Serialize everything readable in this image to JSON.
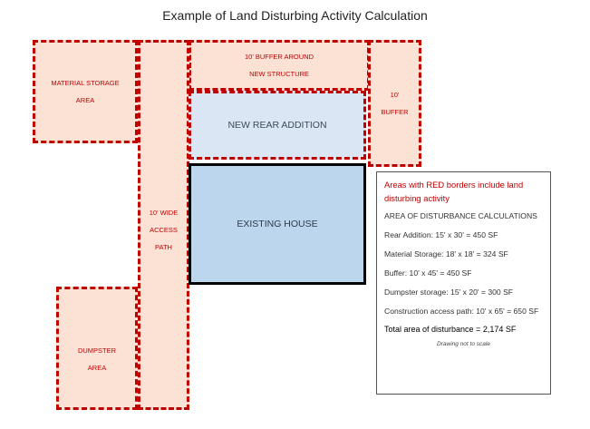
{
  "title": "Example of Land Disturbing Activity Calculation",
  "zones": {
    "material_storage": [
      "MATERIAL STORAGE",
      "AREA"
    ],
    "access_path": [
      "10' WIDE",
      "ACCESS",
      "PATH"
    ],
    "buffer_around": [
      "10' BUFFER AROUND",
      "NEW STRUCTURE"
    ],
    "buffer_side": [
      "10'",
      "BUFFER"
    ],
    "dumpster": [
      "DUMPSTER",
      "AREA"
    ],
    "rear_addition": "NEW REAR ADDITION",
    "existing_house": "EXISTING HOUSE"
  },
  "legend": {
    "red_note": "Areas with RED borders include land disturbing activity",
    "heading": "AREA OF DISTURBANCE CALCULATIONS",
    "rows": [
      "Rear Addition:  15' x 30' = 450 SF",
      "Material Storage:  18' x 18' = 324 SF",
      "Buffer:  10' x 45' = 450 SF",
      "Dumpster storage:  15' x 20' = 300 SF",
      "Construction access path:  10' x 65' = 650 SF"
    ],
    "total": "Total area of disturbance = 2,174 SF",
    "note": "Drawing not to scale"
  },
  "colors": {
    "disturbance_border": "#c00000",
    "disturbance_fill": "#fbe2d5",
    "addition_fill": "#dae6f3",
    "house_fill": "#bcd6ee"
  }
}
